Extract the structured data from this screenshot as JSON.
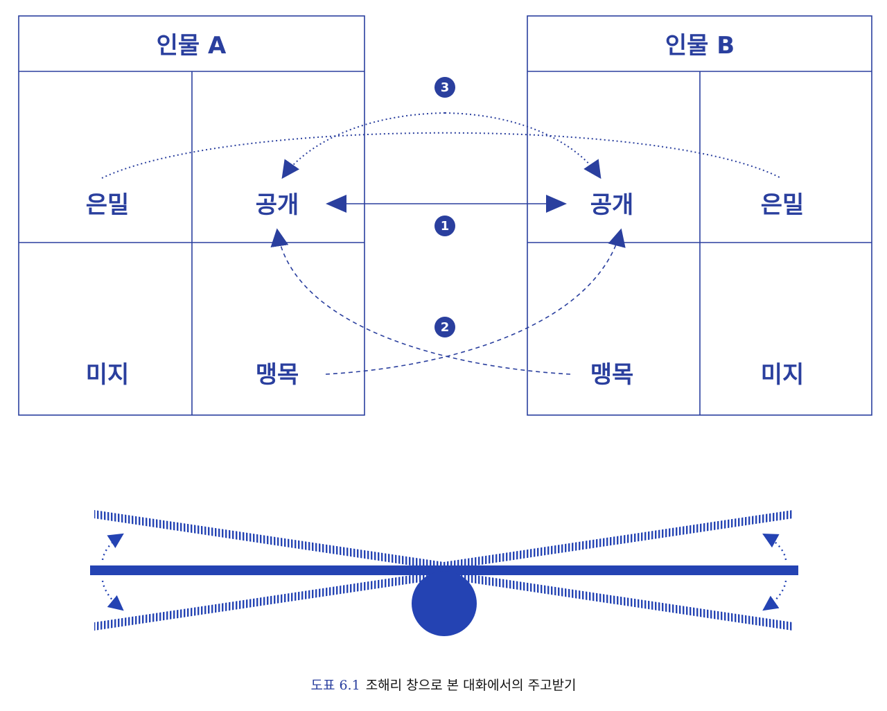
{
  "colors": {
    "accent": "#2a3f9e",
    "seesaw": "#2443b3",
    "text": "#111111"
  },
  "window_a": {
    "title": "인물 A",
    "cells": {
      "top_left": "은밀",
      "top_right": "공개",
      "bottom_left": "미지",
      "bottom_right": "맹목"
    }
  },
  "window_b": {
    "title": "인물 B",
    "cells": {
      "top_left": "공개",
      "top_right": "은밀",
      "bottom_left": "맹목",
      "bottom_right": "미지"
    }
  },
  "markers": {
    "one": "1",
    "two": "2",
    "three": "3"
  },
  "caption": {
    "figure": "도표 6.1",
    "text": "조해리 창으로 본 대화에서의 주고받기"
  }
}
